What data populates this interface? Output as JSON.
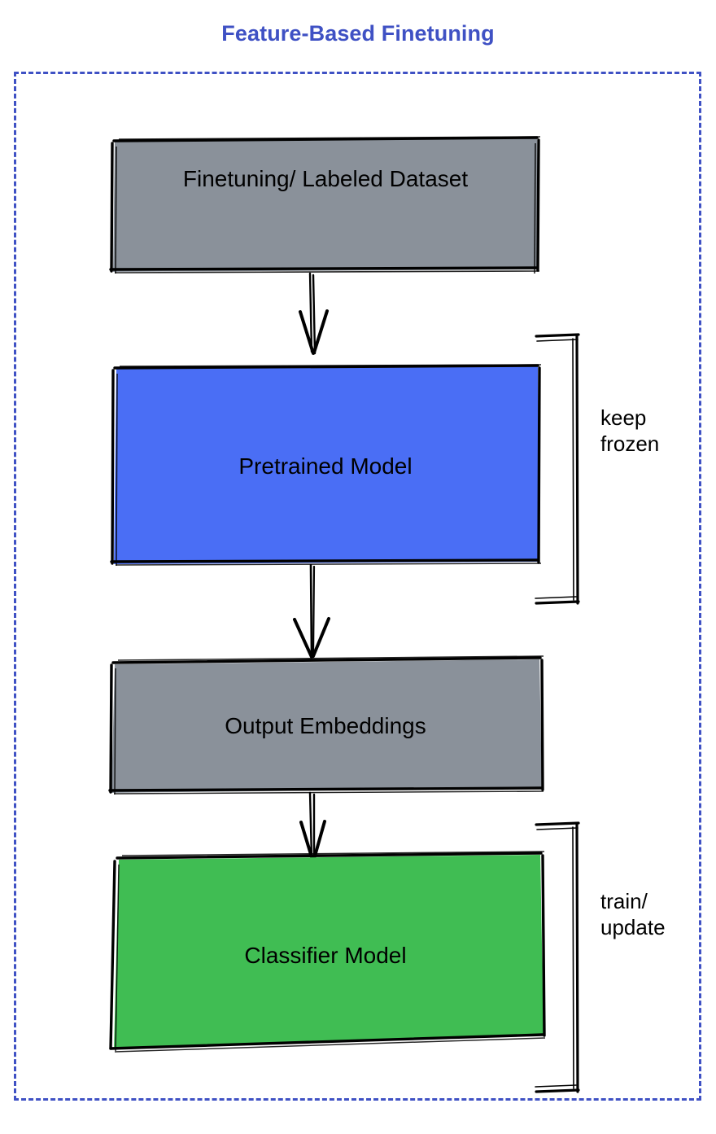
{
  "title": "Feature-Based Finetuning",
  "colors": {
    "title_blue": "#3f51c4",
    "border_blue": "#3f51c4",
    "gray_fill": "#8a919a",
    "blue_fill": "#4a6ef5",
    "green_fill": "#40bd53",
    "stroke_black": "#000000",
    "background": "#ffffff"
  },
  "nodes": [
    {
      "id": "dataset",
      "label": "Finetuning/ Labeled Dataset",
      "fill": "#8a919a"
    },
    {
      "id": "pretrained",
      "label": "Pretrained Model",
      "fill": "#4a6ef5"
    },
    {
      "id": "embeddings",
      "label": "Output Embeddings",
      "fill": "#8a919a"
    },
    {
      "id": "classifier",
      "label": "Classifier Model",
      "fill": "#40bd53"
    }
  ],
  "annotations": [
    {
      "id": "keep-frozen",
      "label": "keep\nfrozen",
      "target": "pretrained"
    },
    {
      "id": "train-update",
      "label": "train/\nupdate",
      "target": "classifier"
    }
  ],
  "edges": [
    {
      "from": "dataset",
      "to": "pretrained"
    },
    {
      "from": "pretrained",
      "to": "embeddings"
    },
    {
      "from": "embeddings",
      "to": "classifier"
    }
  ],
  "flow_data": {
    "type": "flowchart",
    "orientation": "top-down",
    "title": "Feature-Based Finetuning",
    "steps": [
      "Finetuning/ Labeled Dataset",
      "Pretrained Model",
      "Output Embeddings",
      "Classifier Model"
    ],
    "step_groups": [
      {
        "label": "keep frozen",
        "steps": [
          "Pretrained Model"
        ]
      },
      {
        "label": "train/ update",
        "steps": [
          "Classifier Model"
        ]
      }
    ]
  }
}
